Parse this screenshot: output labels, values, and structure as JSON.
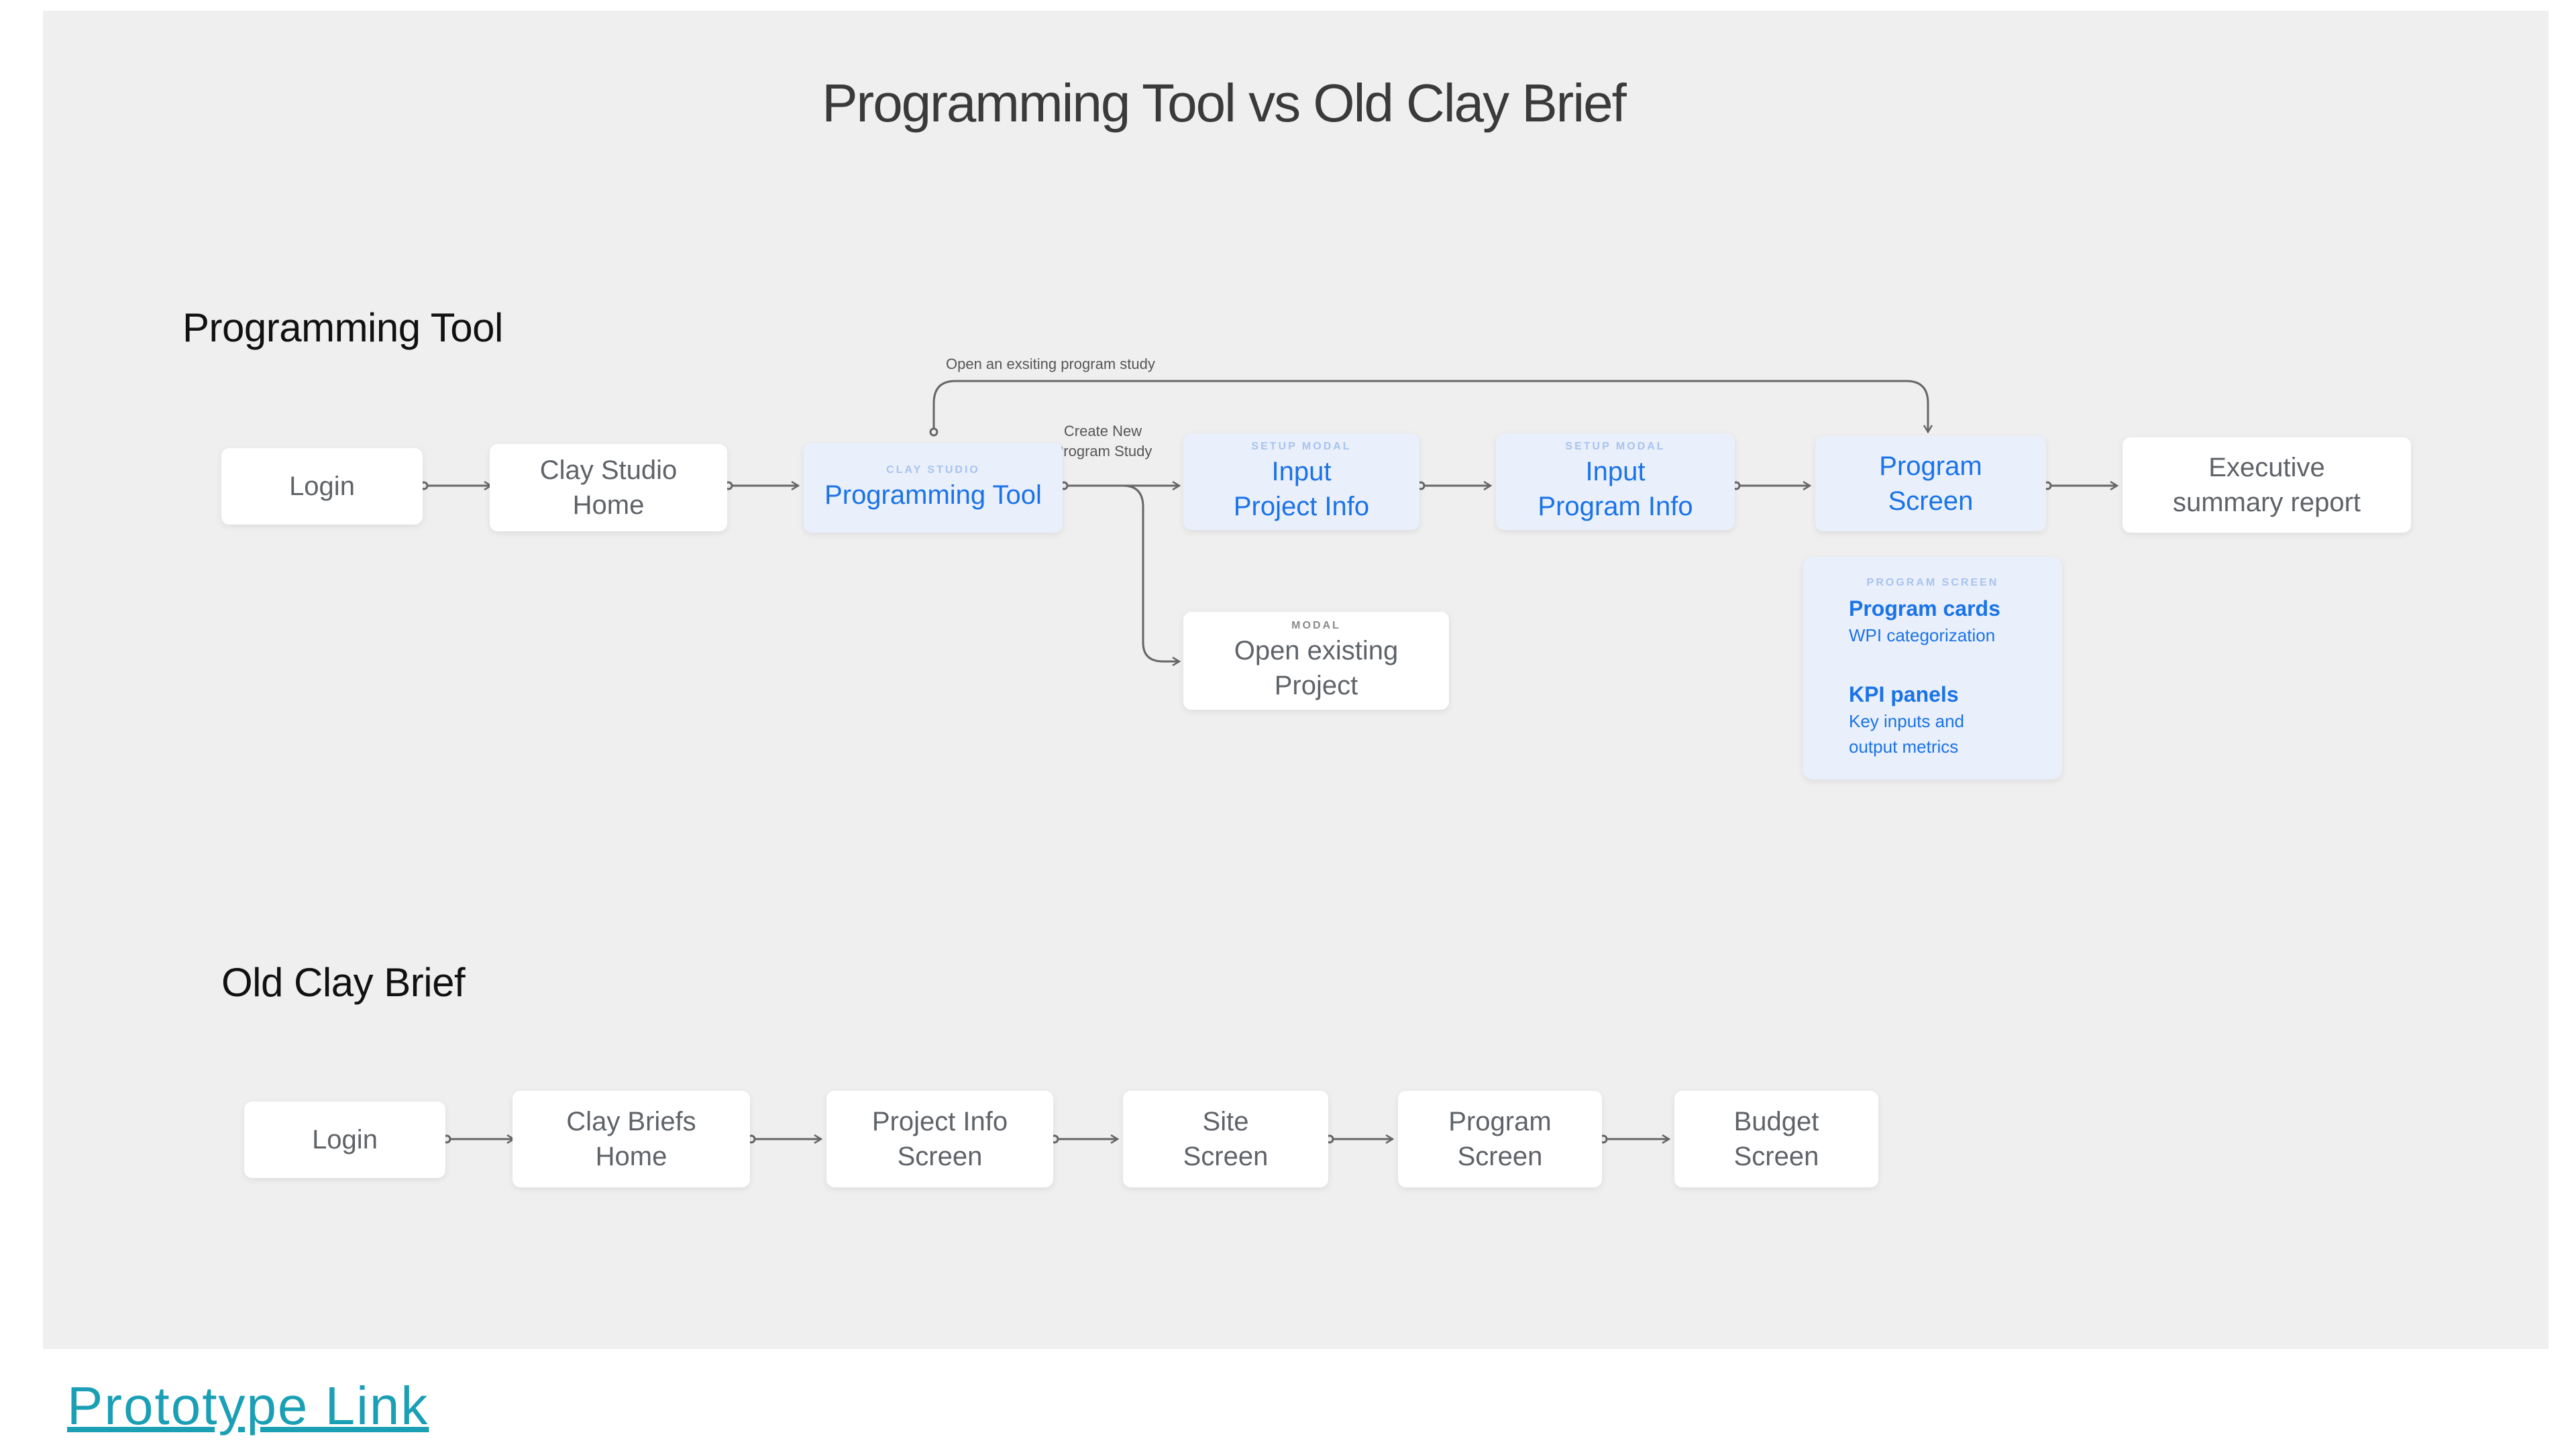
{
  "title": "Programming Tool  vs Old Clay Brief",
  "programming_tool": {
    "heading": "Programming Tool",
    "loop_label": "Open an exsiting program study",
    "branch_label_line1": "Create New",
    "branch_label_line2": "Program Study",
    "nodes": {
      "login": "Login",
      "home_line1": "Clay Studio",
      "home_line2": "Home",
      "tool_tag": "CLAY STUDIO",
      "tool_label": "Programming Tool",
      "project_tag": "SETUP MODAL",
      "project_line1": "Input",
      "project_line2": "Project Info",
      "program_tag": "SETUP MODAL",
      "program_line1": "Input",
      "program_line2": "Program Info",
      "screen_line1": "Program",
      "screen_line2": "Screen",
      "exec_line1": "Executive",
      "exec_line2": "summary report",
      "open_tag": "MODAL",
      "open_line1": "Open existing",
      "open_line2": "Project"
    },
    "program_screen_detail": {
      "tag": "PROGRAM SCREEN",
      "cards_title": "Program cards",
      "cards_sub": "WPI categorization",
      "kpi_title": "KPI panels",
      "kpi_sub_line1": "Key inputs and",
      "kpi_sub_line2": "output metrics"
    }
  },
  "old_clay_brief": {
    "heading": "Old Clay Brief",
    "nodes": {
      "login": "Login",
      "home_line1": "Clay Briefs",
      "home_line2": "Home",
      "project_line1": "Project Info",
      "project_line2": "Screen",
      "site_line1": "Site",
      "site_line2": "Screen",
      "program_line1": "Program",
      "program_line2": "Screen",
      "budget_line1": "Budget",
      "budget_line2": "Screen"
    }
  },
  "prototype_link": "Prototype Link",
  "colors": {
    "panel_bg": "#efefef",
    "node_bg": "#ffffff",
    "highlight_bg": "#e9effb",
    "highlight_text": "#1a73e8",
    "link": "#1a9fb5",
    "connector": "#666666"
  }
}
